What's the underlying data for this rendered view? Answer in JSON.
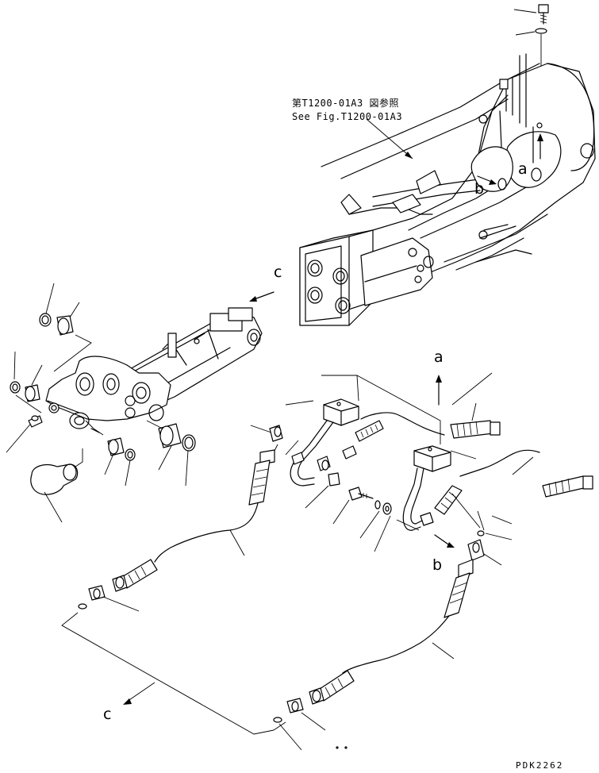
{
  "figure": {
    "reference_jp": "第T1200-01A3 図参照",
    "reference_en": "See Fig.T1200-01A3",
    "drawing_code": "PDK2262"
  },
  "callouts": {
    "a_top": "a",
    "b_top": "b",
    "c_top": "c",
    "a_lower": "a",
    "b_lower": "b",
    "c_lower": "c"
  }
}
